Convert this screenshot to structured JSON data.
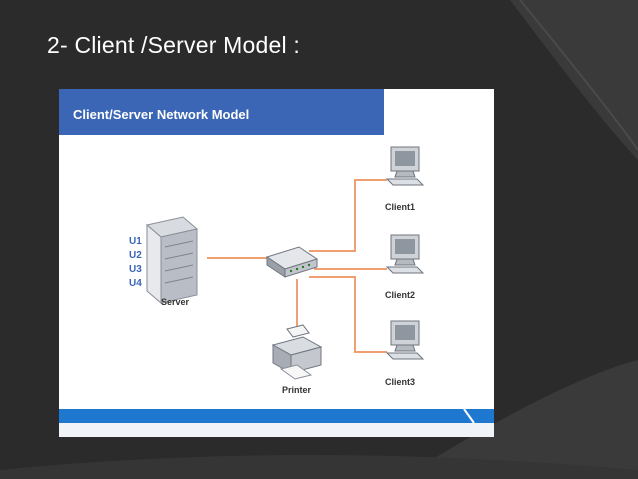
{
  "slide": {
    "title": "2- Client /Server Model :"
  },
  "diagram": {
    "header_title": "Client/Server Network Model",
    "server": {
      "label": "Server",
      "users": [
        "U1",
        "U2",
        "U3",
        "U4"
      ]
    },
    "printer": {
      "label": "Printer"
    },
    "clients": [
      {
        "label": "Client1"
      },
      {
        "label": "Client2"
      },
      {
        "label": "Client3"
      }
    ],
    "colors": {
      "header_blue": "#3a66b5",
      "link_orange": "#f0a070",
      "user_label_blue": "#3a66b5",
      "footer_blue": "#1e78d0",
      "slide_background": "#2b2b2b"
    }
  }
}
